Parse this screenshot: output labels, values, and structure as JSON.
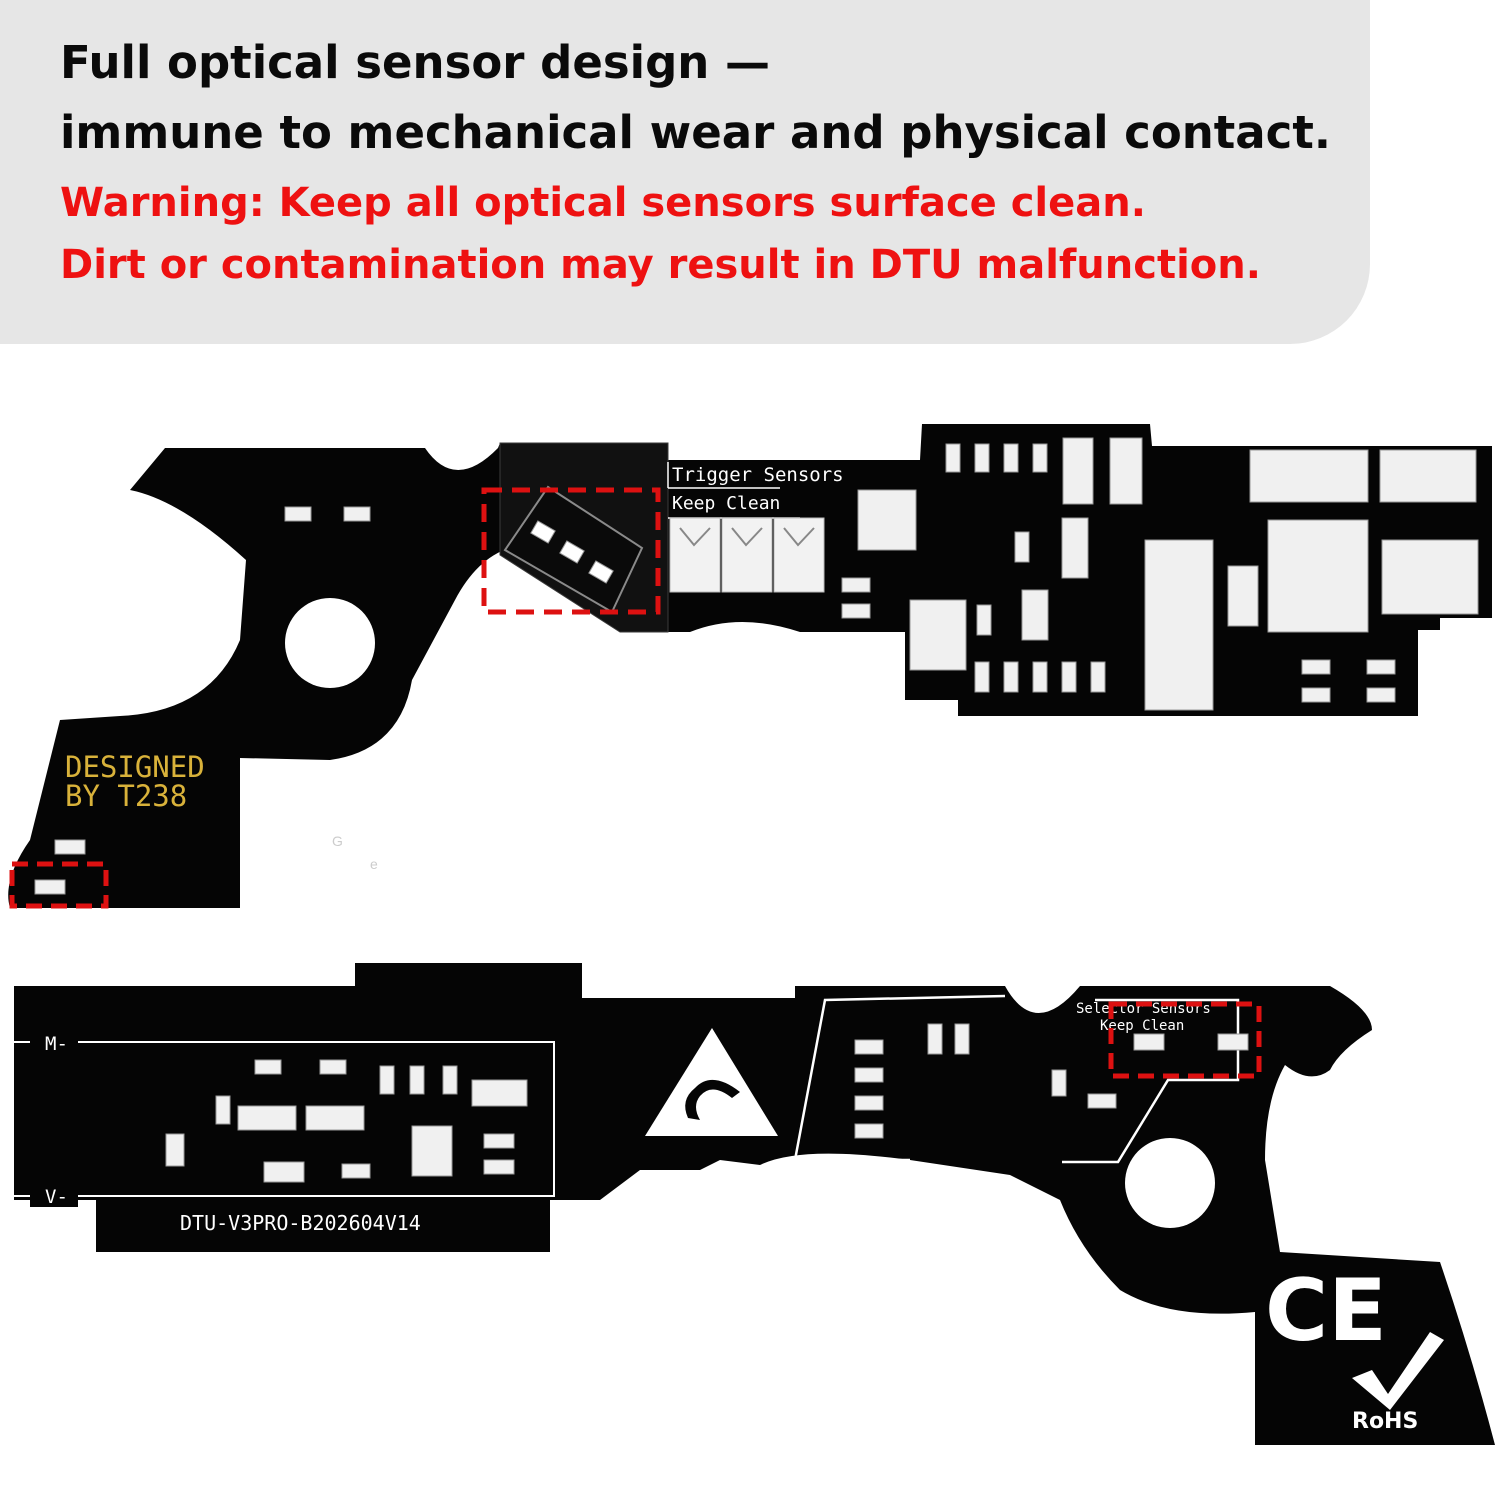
{
  "header": {
    "line1": "Full optical sensor design —",
    "line2": "immune to mechanical wear and physical contact.",
    "warning1": "Warning: Keep all optical sensors surface clean.",
    "warning2": "Dirt or contamination may result in DTU malfunction."
  },
  "top_board": {
    "trigger_label": "Trigger Sensors",
    "trigger_keep_clean": "Keep Clean",
    "designer_line1": "DESIGNED",
    "designer_line2": "BY T238",
    "stray_glyph_1": "G",
    "stray_glyph_2": "e"
  },
  "bottom_board": {
    "motor_minus": "M-",
    "voltage_minus": "V-",
    "part_number": "DTU-V3PRO-B202604V14",
    "selector_label": "Selector Sensors",
    "selector_keep_clean": "Keep Clean",
    "ce_mark": "CE",
    "rohs": "RoHS"
  },
  "colors": {
    "board": "#050505",
    "highlight_box": "#dd1111",
    "warning_text": "#ee1111",
    "designer_text": "#d9b23a",
    "banner_bg": "#e6e6e6"
  }
}
